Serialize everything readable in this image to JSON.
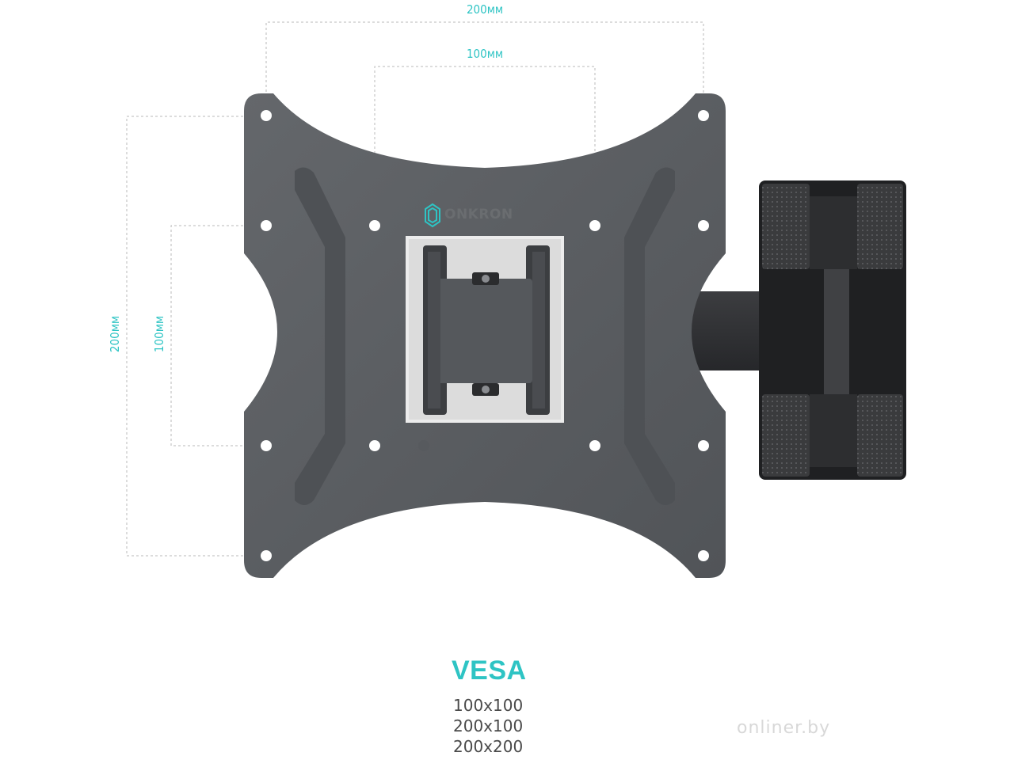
{
  "dimensions": {
    "outer_width": "200мм",
    "inner_width": "100мм",
    "outer_height": "200мм",
    "inner_height": "100мм"
  },
  "brand": {
    "name": "ONKRON"
  },
  "vesa": {
    "title": "VESA",
    "sizes": [
      "100x100",
      "200x100",
      "200x200"
    ]
  },
  "watermark": {
    "text": "onliner.by"
  },
  "colors": {
    "accent": "#2ec4c4",
    "plate": "#5b5e62",
    "arm": "#2b2c2e"
  }
}
